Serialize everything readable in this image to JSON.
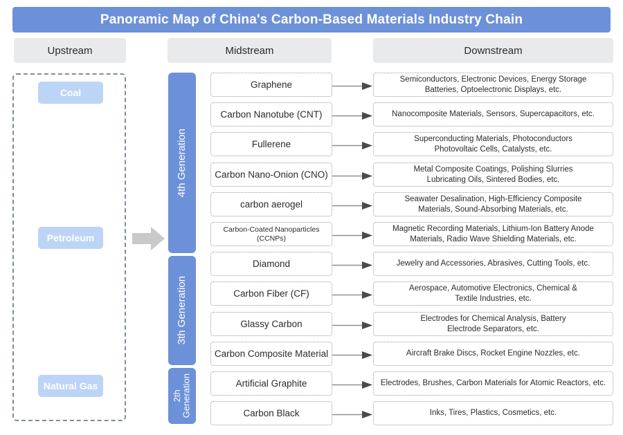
{
  "title": "Panoramic Map of China's Carbon-Based Materials Industry Chain",
  "colors": {
    "brand_blue": "#6d91d8",
    "light_blue": "#bcd4f6",
    "header_gray": "#e8eaec",
    "dashed_border": "#7f8c9b",
    "arrow_gray": "#c9c9c9"
  },
  "columns": {
    "upstream": "Upstream",
    "midstream": "Midstream",
    "downstream": "Downstream"
  },
  "upstream": {
    "items": [
      {
        "label": "Coal"
      },
      {
        "label": "Petroleum"
      },
      {
        "label": "Natural Gas"
      }
    ]
  },
  "generations": [
    {
      "label": "4th Generation"
    },
    {
      "label": "3th Generation"
    },
    {
      "label": "2th\nGeneration"
    }
  ],
  "rows": [
    {
      "midstream": "Graphene",
      "midstream_small": false,
      "downstream": "Semiconductors, Electronic Devices, Energy Storage\nBatteries, Optoelectronic Displays, etc."
    },
    {
      "midstream": "Carbon Nanotube (CNT)",
      "midstream_small": false,
      "downstream": "Nanocomposite Materials, Sensors, Supercapacitors, etc."
    },
    {
      "midstream": "Fullerene",
      "midstream_small": false,
      "downstream": "Superconducting Materials, Photoconductors\nPhotovoltaic Cells, Catalysts, etc."
    },
    {
      "midstream": "Carbon Nano-Onion (CNO)",
      "midstream_small": false,
      "downstream": "Metal Composite Coatings, Polishing Slurries\nLubricating Oils, Sintered Bodies, etc."
    },
    {
      "midstream": "carbon aerogel",
      "midstream_small": false,
      "downstream": "Seawater Desalination, High-Efficiency Composite\nMaterials, Sound-Absorbing Materials, etc."
    },
    {
      "midstream": "Carbon-Coated Nanoparticles\n(CCNPs)",
      "midstream_small": true,
      "downstream": "Magnetic Recording Materials, Lithium-Ion Battery Anode\nMaterials, Radio Wave Shielding Materials, etc."
    },
    {
      "midstream": "Diamond",
      "midstream_small": false,
      "downstream": "Jewelry and Accessories, Abrasives, Cutting Tools, etc."
    },
    {
      "midstream": "Carbon Fiber (CF)",
      "midstream_small": false,
      "downstream": "Aerospace, Automotive Electronics, Chemical &\nTextile Industries, etc."
    },
    {
      "midstream": "Glassy Carbon",
      "midstream_small": false,
      "downstream": "Electrodes for Chemical Analysis, Battery\nElectrode Separators, etc."
    },
    {
      "midstream": "Carbon Composite Material",
      "midstream_small": false,
      "downstream": "Aircraft Brake Discs, Rocket Engine Nozzles, etc."
    },
    {
      "midstream": "Artificial Graphite",
      "midstream_small": false,
      "downstream": "Electrodes, Brushes, Carbon Materials for Atomic Reactors, etc."
    },
    {
      "midstream": "Carbon Black",
      "midstream_small": false,
      "downstream": "Inks, Tires, Plastics, Cosmetics, etc."
    }
  ]
}
